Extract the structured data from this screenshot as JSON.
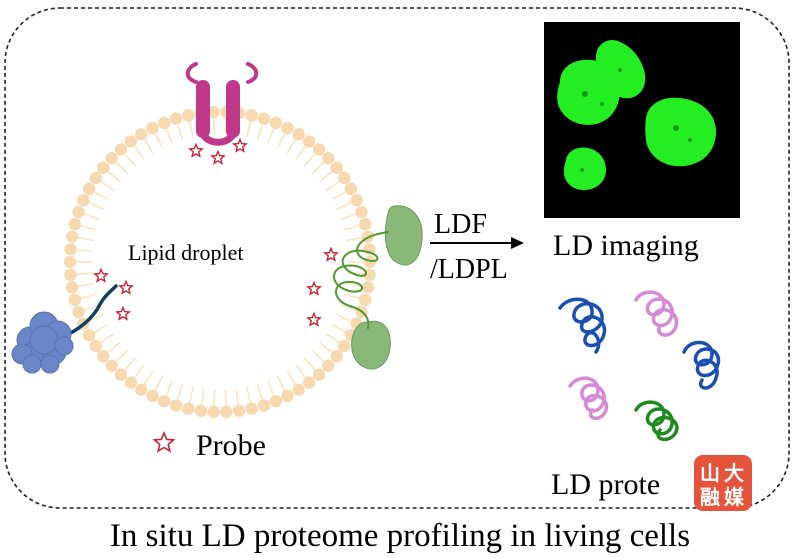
{
  "labels": {
    "lipid_droplet": "Lipid droplet",
    "arrow_top": "LDF",
    "arrow_bottom": "/LDPL",
    "imaging": "LD imaging",
    "proteome": "LD prote",
    "probe_legend": "Probe",
    "caption": "In situ LD proteome profiling in living cells"
  },
  "watermark": {
    "chars": [
      "山",
      "大",
      "融",
      "媒"
    ]
  },
  "colors": {
    "membrane": "#f7d9b0",
    "membrane_tail": "#fbe3c2",
    "probe": "#cc2233",
    "receptor": "#c0388a",
    "blob": "#6a86c8",
    "green_protein": "#8ab879",
    "helix": "#4f9a35",
    "micrograph_bg": "#000000",
    "micrograph_fluor": "#22ee22",
    "coil_blue": "#1a4fb3",
    "coil_pink": "#d58ad8",
    "coil_green": "#1f8a1f",
    "watermark_bg": "#e4533a"
  }
}
